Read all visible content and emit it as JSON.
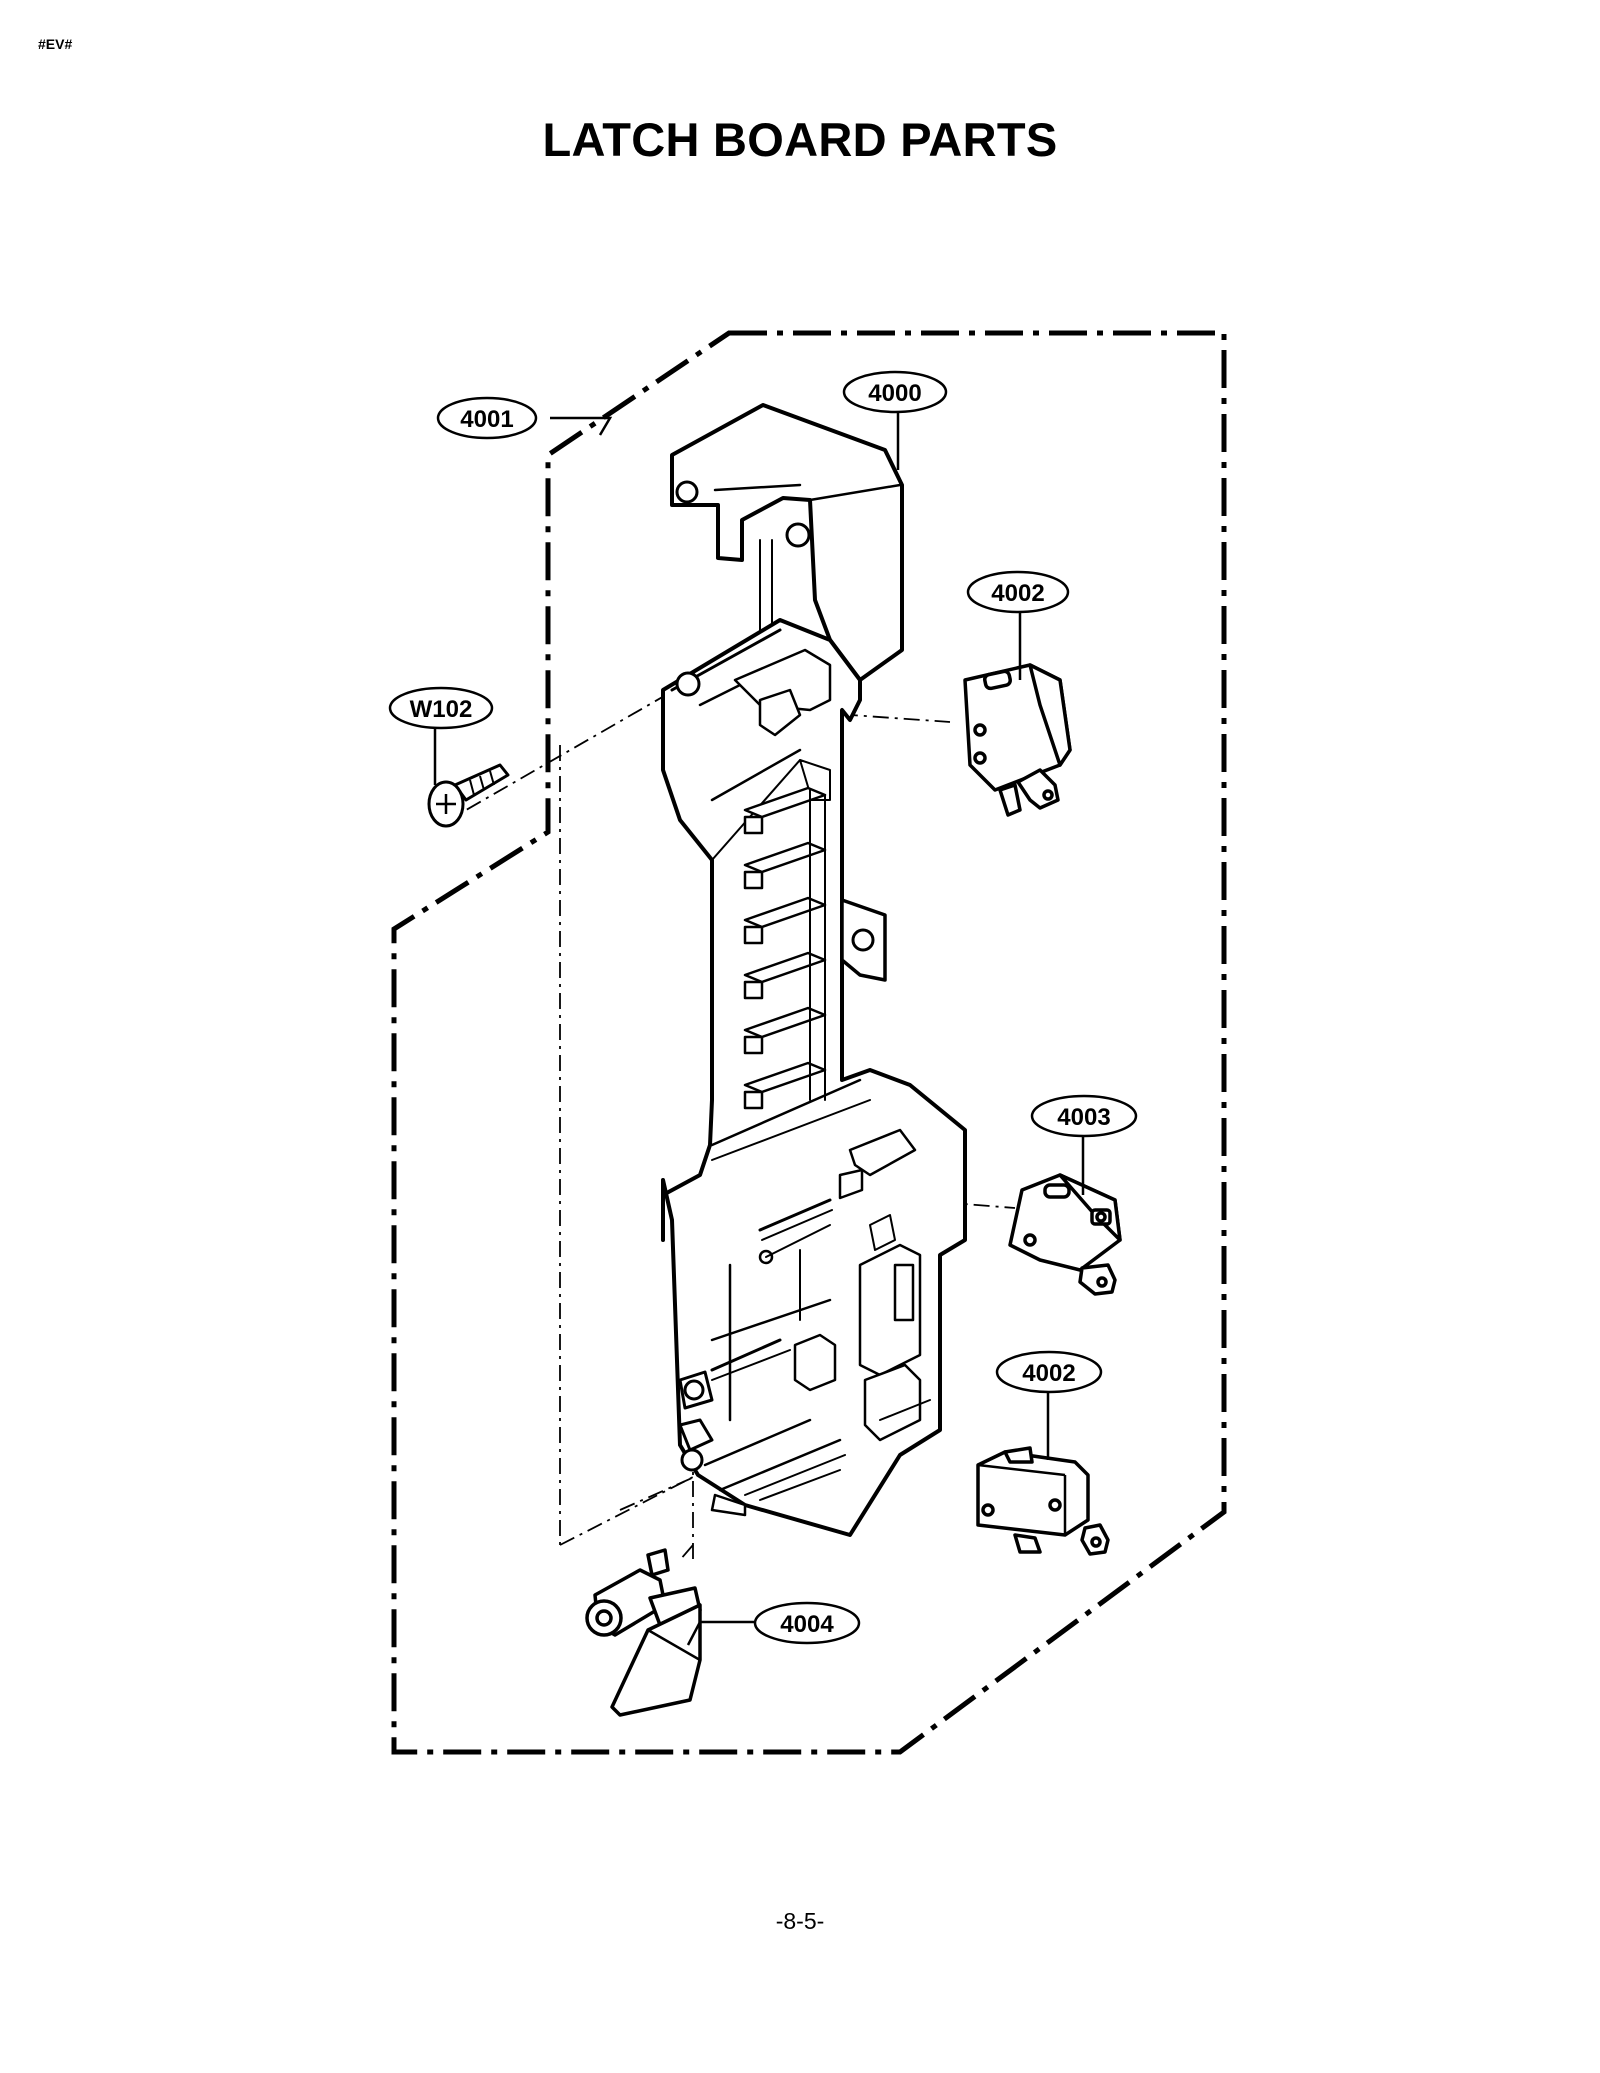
{
  "header": {
    "code": "#EV#"
  },
  "title": "LATCH BOARD PARTS",
  "footer": {
    "page_number": "-8-5-"
  },
  "callouts": [
    {
      "id": "4000",
      "label": "4000",
      "part": "latch-board"
    },
    {
      "id": "4001",
      "label": "4001",
      "part": "latch-board-assembly"
    },
    {
      "id": "4002a",
      "label": "4002",
      "part": "upper-switch"
    },
    {
      "id": "W102",
      "label": "W102",
      "part": "screw"
    },
    {
      "id": "4003",
      "label": "4003",
      "part": "middle-switch"
    },
    {
      "id": "4002b",
      "label": "4002",
      "part": "lower-switch"
    },
    {
      "id": "4004",
      "label": "4004",
      "part": "lever"
    }
  ]
}
